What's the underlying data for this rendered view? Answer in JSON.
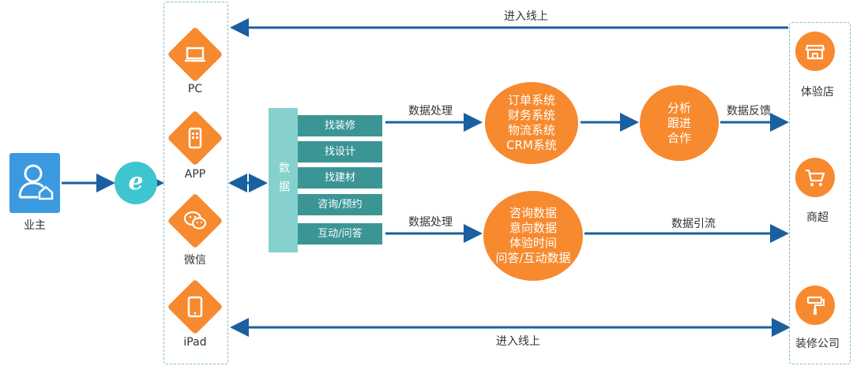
{
  "owner": {
    "label": "业主",
    "icon": "user-home-icon"
  },
  "browser": {
    "glyph": "e",
    "icon": "ie-browser-icon"
  },
  "devices": [
    {
      "label": "PC",
      "icon": "laptop-icon"
    },
    {
      "label": "APP",
      "icon": "phone-app-icon"
    },
    {
      "label": "微信",
      "icon": "wechat-icon"
    },
    {
      "label": "iPad",
      "icon": "tablet-icon"
    }
  ],
  "data_bar": {
    "label": "数据"
  },
  "functions": [
    "找装修",
    "找设计",
    "找建材",
    "咨询/预约",
    "互动/问答"
  ],
  "top_flow": {
    "label": "数据处理",
    "systems": [
      "订单系统",
      "财务系统",
      "物流系统",
      "CRM系统"
    ],
    "analysis": [
      "分析",
      "跟进",
      "合作"
    ],
    "feedback_label": "数据反馈"
  },
  "bottom_flow": {
    "label": "数据处理",
    "data": [
      "咨询数据",
      "意向数据",
      "体验时间",
      "问答/互动数据"
    ],
    "guide_label": "数据引流"
  },
  "online_top": "进入线上",
  "online_bottom": "进入线上",
  "shops": [
    {
      "label": "体验店",
      "icon": "store-icon"
    },
    {
      "label": "商超",
      "icon": "shopping-cart-icon"
    },
    {
      "label": "装修公司",
      "icon": "paint-roller-icon"
    }
  ],
  "colors": {
    "orange": "#f7892e",
    "teal": "#3b9595",
    "light_teal": "#86d1cd",
    "arrow": "#1a5fa0",
    "blue": "#3b99e0"
  }
}
